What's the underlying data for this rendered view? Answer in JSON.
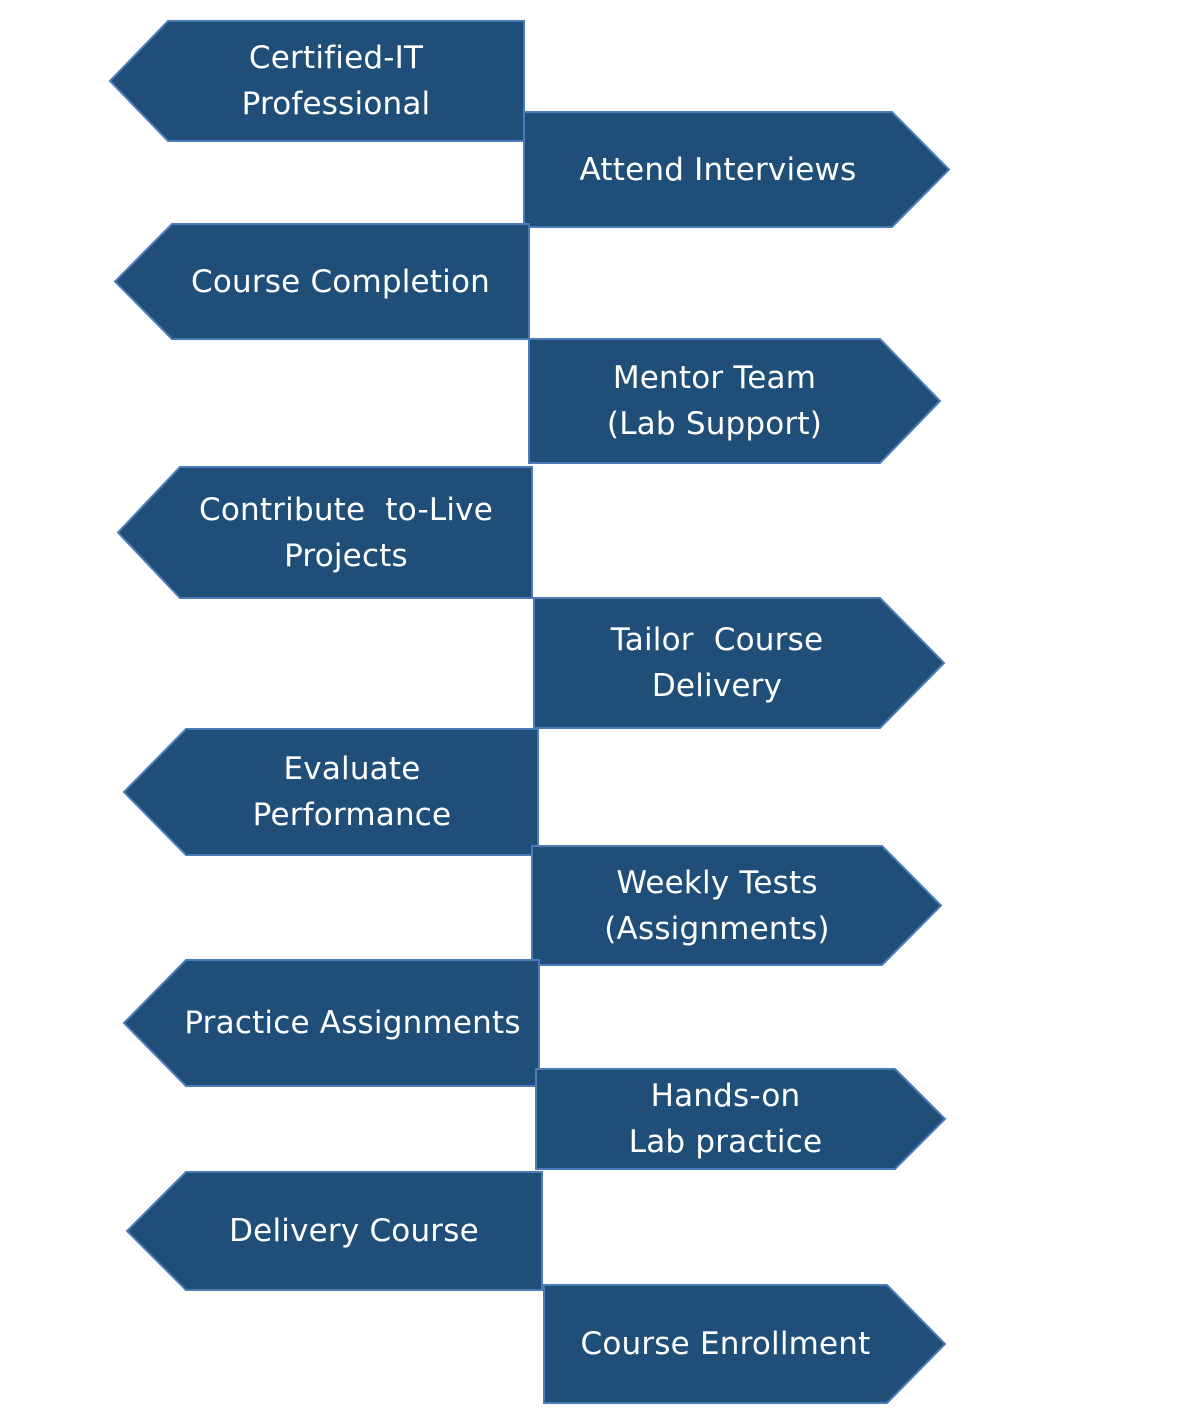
{
  "colors": {
    "arrow_fill": "#1f4e79",
    "arrow_outline": "#4a7bb7",
    "text": "#ffffff",
    "background": "#ffffff"
  },
  "steps": [
    {
      "id": "certified-it-professional",
      "direction": "left",
      "lines": [
        "Certified-IT",
        "Professional"
      ]
    },
    {
      "id": "attend-interviews",
      "direction": "right",
      "lines": [
        "Attend Interviews"
      ]
    },
    {
      "id": "course-completion",
      "direction": "left",
      "lines": [
        "Course Completion"
      ]
    },
    {
      "id": "mentor-team",
      "direction": "right",
      "lines": [
        "Mentor Team",
        "(Lab Support)"
      ]
    },
    {
      "id": "contribute-live-projects",
      "direction": "left",
      "lines": [
        "Contribute  to-Live",
        "Projects"
      ]
    },
    {
      "id": "tailor-course-delivery",
      "direction": "right",
      "lines": [
        "Tailor  Course",
        "Delivery"
      ]
    },
    {
      "id": "evaluate-performance",
      "direction": "left",
      "lines": [
        "Evaluate",
        "Performance"
      ]
    },
    {
      "id": "weekly-tests",
      "direction": "right",
      "lines": [
        "Weekly Tests",
        "(Assignments)"
      ]
    },
    {
      "id": "practice-assignments",
      "direction": "left",
      "lines": [
        "Practice Assignments"
      ]
    },
    {
      "id": "hands-on-lab-practice",
      "direction": "right",
      "lines": [
        "Hands-on",
        "Lab practice"
      ]
    },
    {
      "id": "delivery-course",
      "direction": "left",
      "lines": [
        "Delivery Course"
      ]
    },
    {
      "id": "course-enrollment",
      "direction": "right",
      "lines": [
        "Course Enrollment"
      ]
    }
  ]
}
